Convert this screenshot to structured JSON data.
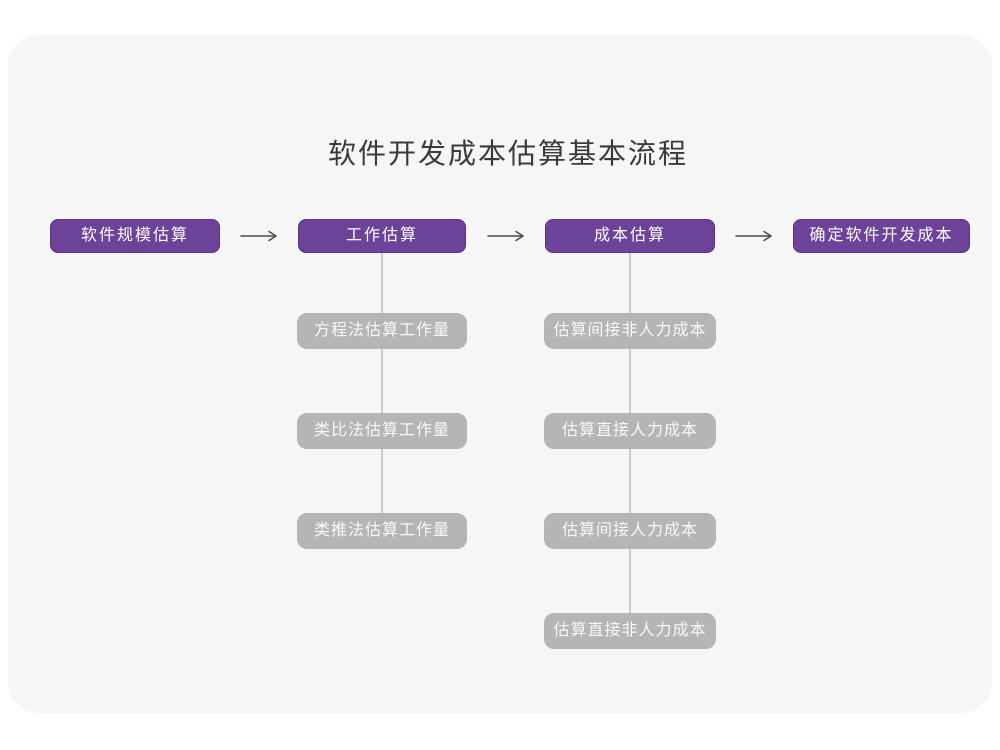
{
  "title": "软件开发成本估算基本流程",
  "colors": {
    "page_bg": "#ffffff",
    "panel_bg": "#f6f6f7",
    "title_text": "#3a3a3a",
    "primary_box_fill": "#6c4399",
    "primary_box_border": "#5a3287",
    "primary_box_text": "#ffffff",
    "secondary_box_fill": "#b5b5b5",
    "secondary_box_text": "#f8f8f8",
    "connector_line": "#c9c9c9",
    "arrow": "#4a4a4a"
  },
  "flow": {
    "main_steps": [
      {
        "label": "软件规模估算"
      },
      {
        "label": "工作估算"
      },
      {
        "label": "成本估算"
      },
      {
        "label": "确定软件开发成本"
      }
    ],
    "work_estimation_methods": [
      "方程法估算工作量",
      "类比法估算工作量",
      "类推法估算工作量"
    ],
    "cost_estimation_steps": [
      "估算间接非人力成本",
      "估算直接人力成本",
      "估算间接人力成本",
      "估算直接非人力成本"
    ]
  }
}
